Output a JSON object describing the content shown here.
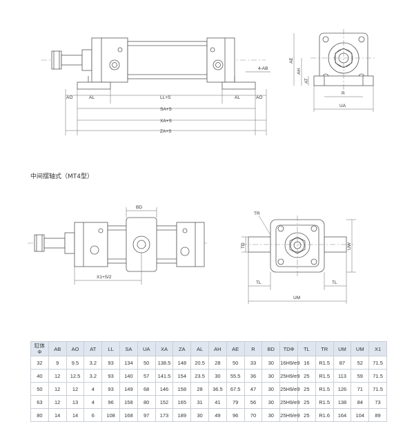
{
  "drawing_labels": {
    "top_side": {
      "ab": "4-AB",
      "ao_left": "AO",
      "al_left": "AL",
      "ll_s": "LL+S",
      "al_right": "AL",
      "ao_right": "AO",
      "sa_s": "SA+S",
      "xa_s": "XA+S",
      "za_s": "ZA+S"
    },
    "top_end": {
      "ae": "AE",
      "ah": "AH",
      "at": "AT",
      "r": "R",
      "ua": "UA"
    },
    "mt4_side": {
      "bd": "BD",
      "x1_s2": "X1+S/2"
    },
    "mt4_end": {
      "tr": "TR",
      "td": "TD",
      "uw": "UW",
      "tl_left": "TL",
      "tl_right": "TL",
      "um": "UM"
    }
  },
  "section_title": "中间摆轴式（MT4型）",
  "spec_table": {
    "bore_header_top": "缸体",
    "bore_header_bottom": "Φ",
    "columns": [
      "AB",
      "AO",
      "AT",
      "LL",
      "SA",
      "UA",
      "XA",
      "ZA",
      "AL",
      "AH",
      "AE",
      "R",
      "BD",
      "TDΦ",
      "TL",
      "TR",
      "UM",
      "UM",
      "X1"
    ],
    "rows": [
      [
        "32",
        "9",
        "9.5",
        "3.2",
        "93",
        "134",
        "50",
        "138.5",
        "148",
        "20.5",
        "28",
        "50",
        "33",
        "30",
        "16H9/e9",
        "16",
        "R1.5",
        "87",
        "52",
        "71.5"
      ],
      [
        "40",
        "12",
        "12.5",
        "3.2",
        "93",
        "140",
        "57",
        "141.5",
        "154",
        "23.5",
        "30",
        "55.5",
        "36",
        "30",
        "25H9/e9",
        "25",
        "R1.5",
        "113",
        "59",
        "71.5"
      ],
      [
        "50",
        "12",
        "12",
        "4",
        "93",
        "149",
        "68",
        "146",
        "158",
        "28",
        "36.5",
        "67.5",
        "47",
        "30",
        "25H9/e9",
        "25",
        "R1.5",
        "126",
        "71",
        "71.5"
      ],
      [
        "63",
        "12",
        "13",
        "4",
        "96",
        "158",
        "80",
        "152",
        "165",
        "31",
        "41",
        "79",
        "56",
        "30",
        "25H9/e9",
        "25",
        "R1.5",
        "138",
        "84",
        "73"
      ],
      [
        "80",
        "14",
        "14",
        "6",
        "108",
        "168",
        "97",
        "173",
        "189",
        "30",
        "49",
        "96",
        "70",
        "30",
        "25H9/e9",
        "25",
        "R1.6",
        "164",
        "104",
        "89"
      ]
    ]
  }
}
